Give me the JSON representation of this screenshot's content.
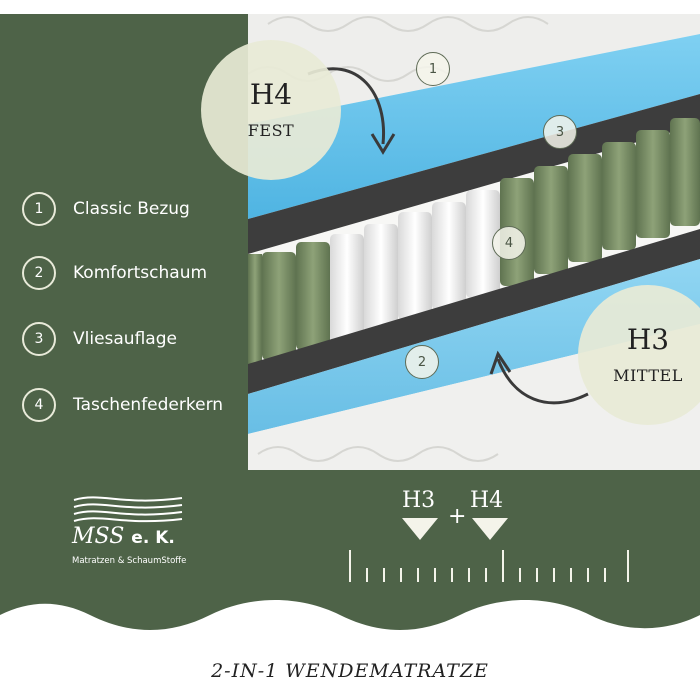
{
  "legend": [
    {
      "num": "1",
      "label": "Classic Bezug"
    },
    {
      "num": "2",
      "label": "Komfortschaum"
    },
    {
      "num": "3",
      "label": "Vliesauflage"
    },
    {
      "num": "4",
      "label": "Taschenfederkern"
    }
  ],
  "badges": {
    "top": {
      "grade": "H4",
      "desc": "FEST"
    },
    "bottom": {
      "grade": "H3",
      "desc": "MITTEL"
    }
  },
  "callouts": [
    "1",
    "3",
    "4",
    "2"
  ],
  "logo": {
    "name": "MSS",
    "suffix": "e. K.",
    "tagline": "Matratzen & SchaumStoffe"
  },
  "scale": {
    "left": "H3",
    "plus": "+",
    "right": "H4"
  },
  "footer": {
    "title": "2-IN-1 WENDEMATRATZE"
  },
  "colors": {
    "green": "#4e6348",
    "foam": "#5bbde8",
    "springs": "#7d9167"
  }
}
